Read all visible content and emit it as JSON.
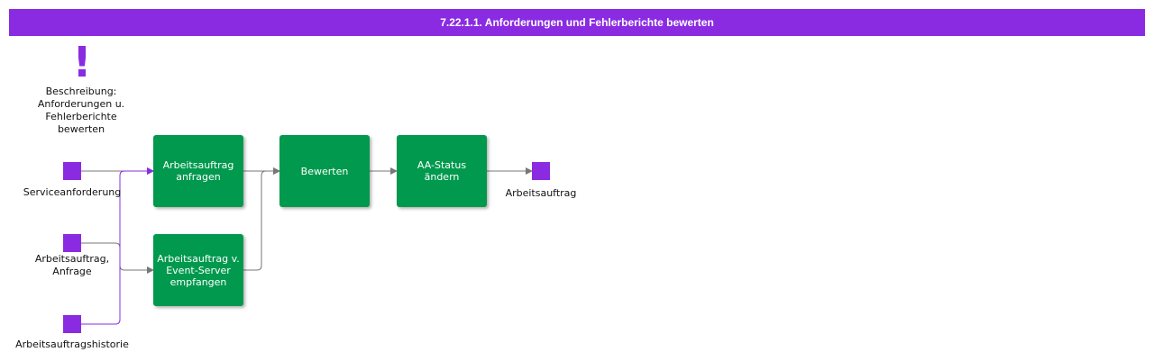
{
  "title": "7.22.1.1. Anforderungen und Fehlerberichte bewerten",
  "description": {
    "icon": "exclamation-icon",
    "label": "Beschreibung:\nAnforderungen u.\nFehlerberichte\nbewerten"
  },
  "inputs": [
    {
      "id": "serviceanforderung",
      "label": "Serviceanforderung"
    },
    {
      "id": "arbeitsauftrag-anfrage",
      "label": "Arbeitsauftrag,\nAnfrage"
    },
    {
      "id": "arbeitsauftragshistorie",
      "label": "Arbeitsauftragshistorie"
    }
  ],
  "activities": [
    {
      "id": "arbeitsauftrag-anfragen",
      "label": "Arbeitsauftrag\nanfragen"
    },
    {
      "id": "event-server-empfangen",
      "label": "Arbeitsauftrag v.\nEvent-Server\nempfangen"
    },
    {
      "id": "bewerten",
      "label": "Bewerten"
    },
    {
      "id": "aa-status-aendern",
      "label": "AA-Status\nändern"
    }
  ],
  "output": {
    "id": "arbeitsauftrag-out",
    "label": "Arbeitsauftrag"
  },
  "colors": {
    "header": "#8a2be2",
    "activity": "#00994d",
    "connector_gray": "#777777",
    "connector_purple": "#8a2be2"
  }
}
